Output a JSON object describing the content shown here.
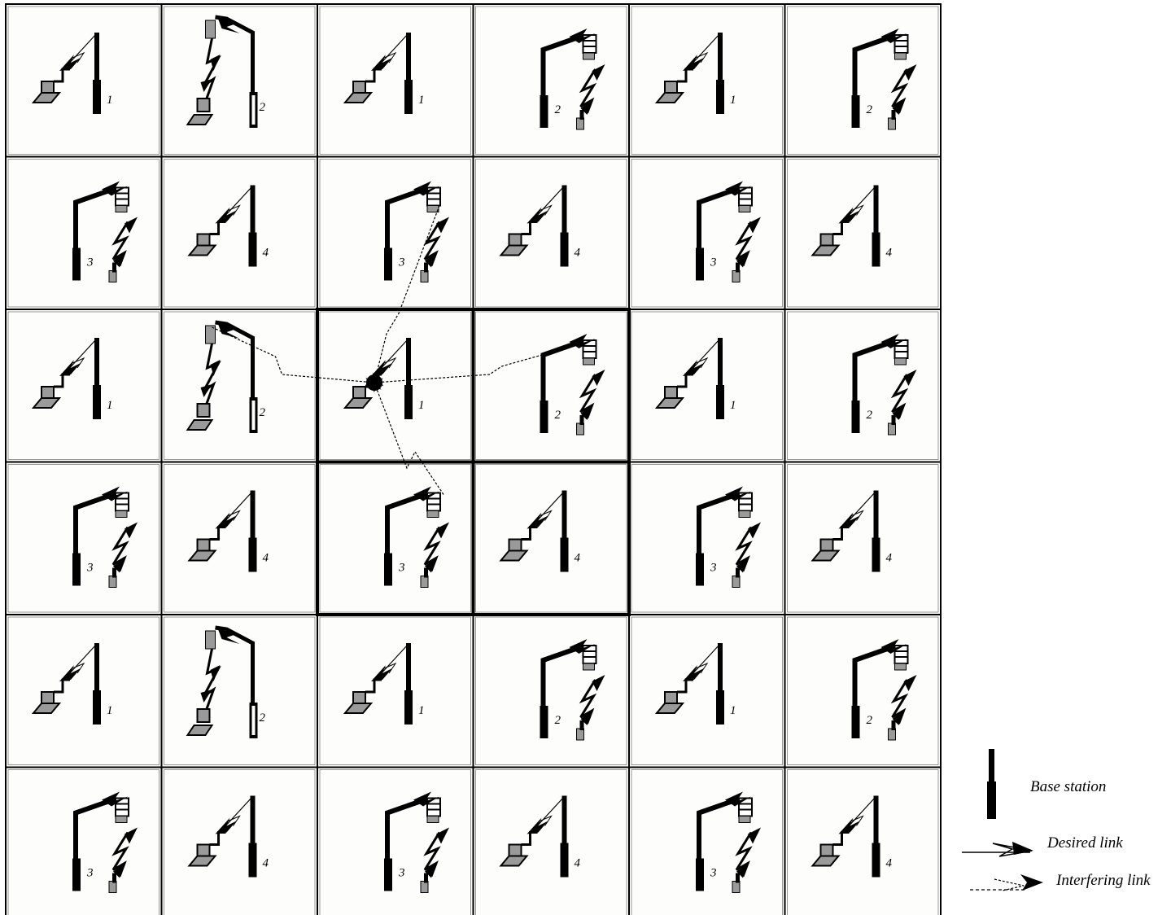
{
  "grid": {
    "rows": 6,
    "cols": 6,
    "cell_labels": [
      [
        "1",
        "2",
        "1",
        "2",
        "1",
        "2"
      ],
      [
        "3",
        "4",
        "3",
        "4",
        "3",
        "4"
      ],
      [
        "1",
        "2",
        "1",
        "2",
        "1",
        "2"
      ],
      [
        "3",
        "4",
        "3",
        "4",
        "3",
        "4"
      ],
      [
        "1",
        "2",
        "1",
        "2",
        "1",
        "2"
      ],
      [
        "3",
        "4",
        "3",
        "4",
        "3",
        "4"
      ]
    ],
    "highlighted_cells": [
      [
        2,
        2
      ],
      [
        2,
        3
      ],
      [
        3,
        2
      ],
      [
        3,
        3
      ]
    ]
  },
  "legend": {
    "base_station": "Base station",
    "desired_link": "Desired link",
    "interfering_link": "Interfering link"
  },
  "colors": {
    "line": "#000000",
    "cell_background": "#fdfdfb",
    "terminal_fill": "#9a9a9a"
  }
}
